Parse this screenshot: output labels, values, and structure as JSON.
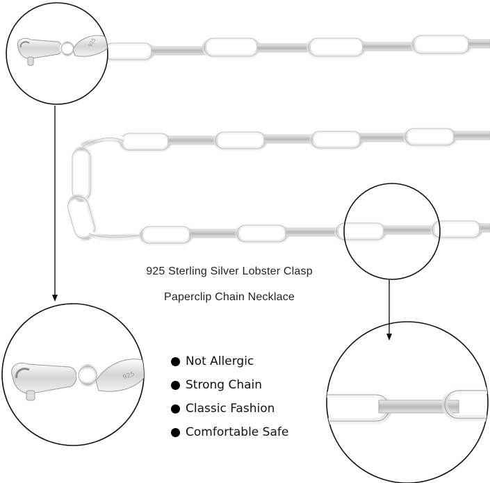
{
  "product": {
    "title_line1": "925 Sterling Silver Lobster Clasp",
    "title_line2": "Paperclip Chain Necklace",
    "clasp_stamp": "925"
  },
  "features": [
    {
      "label": "Not Allergic",
      "icon": "bullet-dot-icon"
    },
    {
      "label": "Strong Chain",
      "icon": "bullet-dot-icon"
    },
    {
      "label": "Classic Fashion",
      "icon": "bullet-dot-icon"
    },
    {
      "label": "Comfortable Safe",
      "icon": "bullet-dot-icon"
    }
  ],
  "colors": {
    "metal_light": "#f6f6f6",
    "metal_mid": "#d9d9d9",
    "metal_dark": "#a9a9a9",
    "outline": "#111111"
  }
}
